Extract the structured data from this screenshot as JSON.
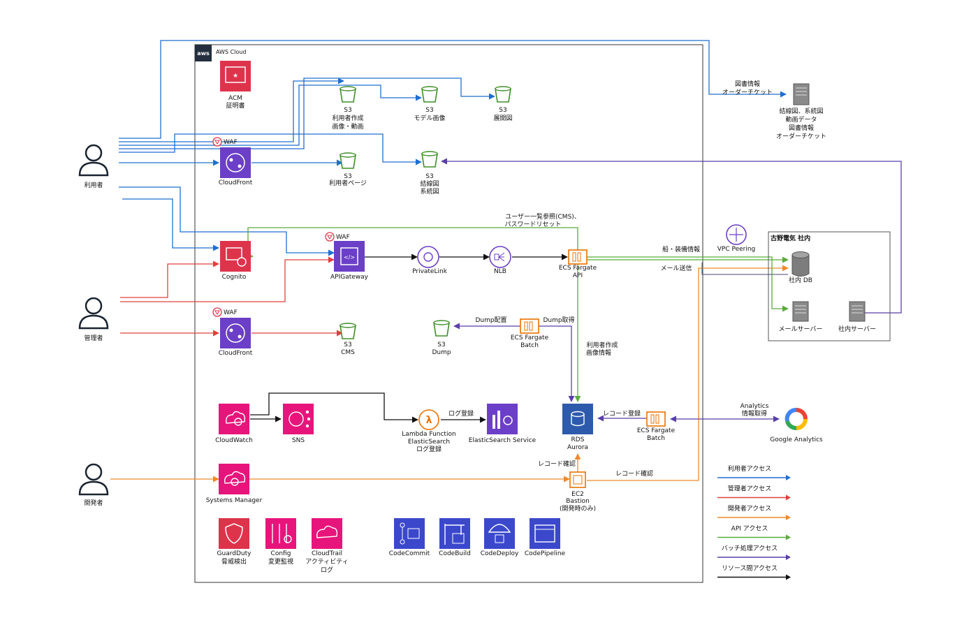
{
  "cloud_label": "AWS Cloud",
  "aws_logo": "aws",
  "colors": {
    "user": "#1f6fd1",
    "admin": "#e0403a",
    "dev": "#ef8a2b",
    "api": "#5aaa3c",
    "batch": "#5a3ea8",
    "resource": "#111111",
    "s3": "#3e8e28",
    "security": "#dd344c",
    "network": "#8c4fff",
    "mgmt": "#e7157b",
    "compute": "#ed7100",
    "db": "#2e5aac",
    "dev_tools": "#3b48cc"
  },
  "actors": {
    "user": "利用者",
    "admin": "管理者",
    "developer": "開発者"
  },
  "nodes": {
    "acm": [
      "ACM",
      "証明書"
    ],
    "waf": "WAF",
    "cloudfront_user": "CloudFront",
    "cloudfront_admin": "CloudFront",
    "s3_upload": [
      "S3",
      "利用者作成",
      "画像・動画"
    ],
    "s3_model": [
      "S3",
      "モデル画像"
    ],
    "s3_exp": [
      "S3",
      "展開図"
    ],
    "s3_userpage": [
      "S3",
      "利用者ページ"
    ],
    "s3_diagram": [
      "S3",
      "結線図",
      "系統図"
    ],
    "s3_cms": [
      "S3",
      "CMS"
    ],
    "s3_dump": [
      "S3",
      "Dump"
    ],
    "cognito": "Cognito",
    "apigw": "APIGateway",
    "privatelink": "PrivateLink",
    "nlb": "NLB",
    "ecs_api": [
      "ECS Fargate",
      "API"
    ],
    "ecs_batch1": [
      "ECS Fargate",
      "Batch"
    ],
    "ecs_batch2": [
      "ECS Fargate",
      "Batch"
    ],
    "rds": [
      "RDS",
      "Aurora"
    ],
    "cloudwatch": "CloudWatch",
    "sns": "SNS",
    "lambda": [
      "Lambda Function",
      "ElasticSearch",
      "ログ登録"
    ],
    "es": "ElasticSearch Service",
    "ssm": "Systems Manager",
    "ec2": [
      "EC2",
      "Bastion",
      "(開発時のみ)"
    ],
    "guardduty": [
      "GuardDuty",
      "脅威検出"
    ],
    "config": [
      "Config",
      "変更監視"
    ],
    "cloudtrail": [
      "CloudTrail",
      "アクティビティ",
      "ログ"
    ],
    "codecommit": "CodeCommit",
    "codebuild": "CodeBuild",
    "codedeploy": "CodeDeploy",
    "codepipeline": "CodePipeline",
    "vpc_peering": "VPC Peering",
    "onprem_title": "古野電気 社内",
    "onprem_db": "社内 DB",
    "mail_server": "メールサーバー",
    "internal_server": "社内サーバー",
    "ext_server": [
      "結線図、系統図",
      "動画データ",
      "図書情報",
      "オーダーチケット"
    ],
    "google_analytics": "Google Analytics"
  },
  "edge_labels": {
    "doc_info": [
      "図書情報",
      "オーダーチケット"
    ],
    "user_list": [
      "ユーザー一覧参照(CMS)、",
      "パスワードリセット"
    ],
    "ship_info": "船・装備情報",
    "mail_send": "メール送信",
    "dump_place": "Dump配置",
    "dump_get": "Dump取得",
    "user_created": [
      "利用者作成",
      "画像情報"
    ],
    "log_reg": "ログ登録",
    "record_reg": "レコード登録",
    "analytics": [
      "Analytics",
      "情報取得"
    ],
    "record_check1": "レコード確認",
    "record_check2": "レコード確認"
  },
  "legend": [
    {
      "label": "利用者アクセス",
      "color": "#1f6fd1"
    },
    {
      "label": "管理者アクセス",
      "color": "#e0403a"
    },
    {
      "label": "開発者アクセス",
      "color": "#ef8a2b"
    },
    {
      "label": "API アクセス",
      "color": "#5aaa3c"
    },
    {
      "label": "バッチ処理アクセス",
      "color": "#5a3ea8"
    },
    {
      "label": "リソース間アクセス",
      "color": "#111111"
    }
  ]
}
